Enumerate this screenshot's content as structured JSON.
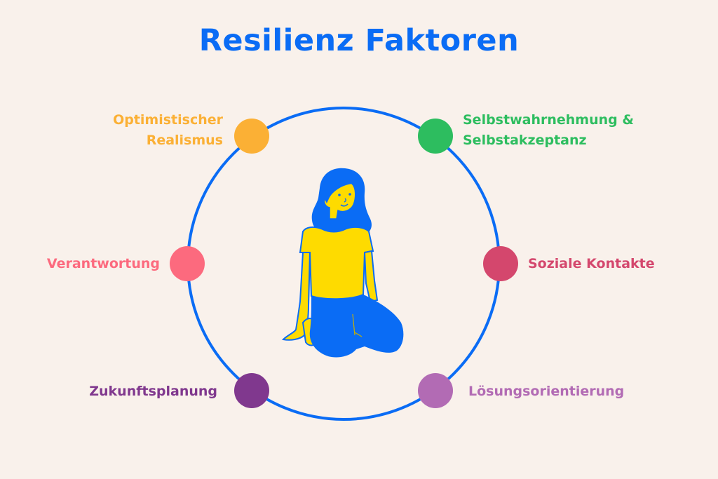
{
  "title": "Resilienz Faktoren",
  "colors": {
    "background": "#f9f1eb",
    "title": "#0a6cf5",
    "ring": "#0a6cf5",
    "figure_hair_pants": "#0a6cf5",
    "figure_shirt_skin": "#fedb00"
  },
  "factors": [
    {
      "position": "top-left",
      "lines": [
        "Optimistischer",
        "Realismus"
      ],
      "color": "#fbb035"
    },
    {
      "position": "top-right",
      "lines": [
        "Selbstwahrnehmung &",
        "Selbstakzeptanz"
      ],
      "color": "#2dbd5f"
    },
    {
      "position": "left",
      "lines": [
        "Verantwortung"
      ],
      "color": "#fc6a7e"
    },
    {
      "position": "right",
      "lines": [
        "Soziale Kontakte"
      ],
      "color": "#d4476d"
    },
    {
      "position": "bottom-left",
      "lines": [
        "Zukunftsplanung"
      ],
      "color": "#80388e"
    },
    {
      "position": "bottom-right",
      "lines": [
        "Lösungsorientierung"
      ],
      "color": "#b26bb4"
    }
  ],
  "illustration": "kneeling-woman-figure"
}
